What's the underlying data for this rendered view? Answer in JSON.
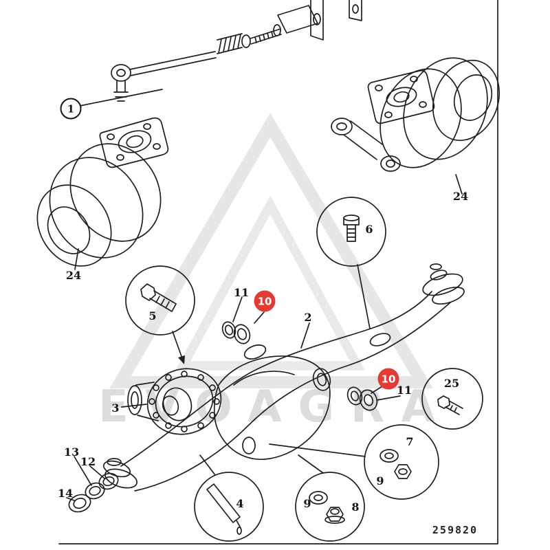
{
  "document": {
    "part_number": "259820",
    "watermark_text": "EVOAGRA"
  },
  "colors": {
    "highlight_red": "#e23a34",
    "line_black": "#1f1f1f",
    "watermark_gray": "#dcdcdc"
  },
  "callouts": {
    "c1": {
      "label": "1"
    },
    "c2": {
      "label": "2"
    },
    "c3": {
      "label": "3"
    },
    "c4": {
      "label": "4"
    },
    "c5": {
      "label": "5"
    },
    "c6": {
      "label": "6"
    },
    "c7": {
      "label": "7"
    },
    "c8": {
      "label": "8"
    },
    "c9a": {
      "label": "9"
    },
    "c9b": {
      "label": "9"
    },
    "c10a": {
      "label": "10"
    },
    "c10b": {
      "label": "10"
    },
    "c11a": {
      "label": "11"
    },
    "c11b": {
      "label": "11"
    },
    "c12": {
      "label": "12"
    },
    "c13": {
      "label": "13"
    },
    "c14": {
      "label": "14"
    },
    "c24a": {
      "label": "24"
    },
    "c24b": {
      "label": "24"
    },
    "c25": {
      "label": "25"
    }
  }
}
